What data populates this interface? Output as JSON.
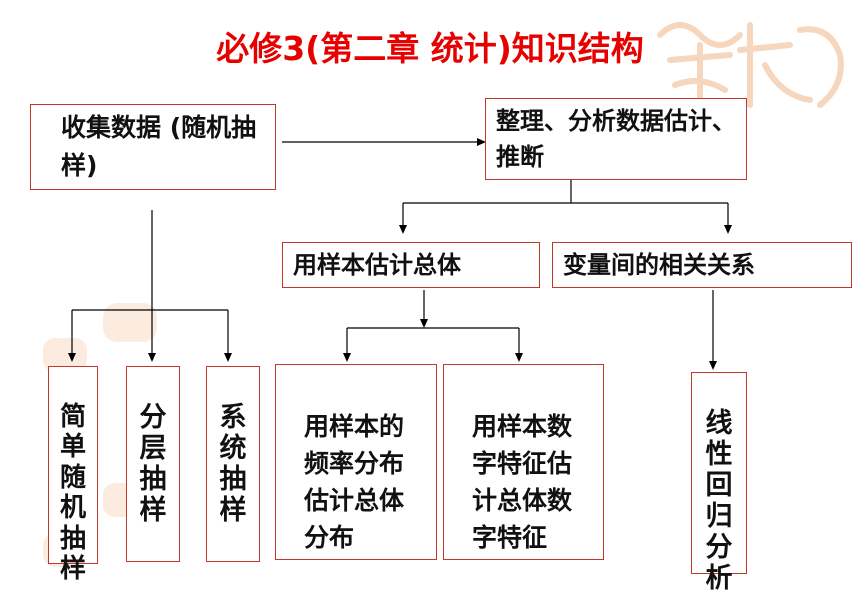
{
  "title": "必修3(第二章 统计)知识结构",
  "nodes": {
    "collect": "收集数据 (随机抽样)",
    "analyze": "整理、分析数据估计、推断",
    "estimate_population": "用样本估计总体",
    "correlation": "变量间的相关关系",
    "simple_random": "简单随机抽样",
    "stratified": "分层抽样",
    "systematic": "系统抽样",
    "frequency": "用样本的频率分布估计总体分布",
    "numeric": "用样本数字特征估计总体数字特征",
    "regression": "线性回归分析"
  },
  "colors": {
    "title": "#e60000",
    "box_border": "#c0392b",
    "arrow": "#000000",
    "decoration": "#f3c9a8"
  },
  "decoration_icon": "seal-stamp-icon"
}
